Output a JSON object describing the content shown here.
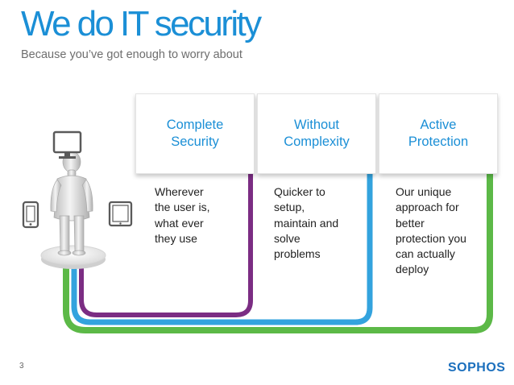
{
  "header": {
    "title": "We do IT security",
    "subtitle": "Because you’ve got enough to worry about"
  },
  "cards": [
    {
      "title_lines": [
        "Complete",
        "Security"
      ],
      "desc_lines": [
        "Wherever",
        "the user is,",
        "what ever",
        "they use"
      ],
      "line_color": "#7b2d83"
    },
    {
      "title_lines": [
        "Without",
        "Complexity"
      ],
      "desc_lines": [
        "Quicker to",
        "setup,",
        "maintain and",
        "solve",
        "problems"
      ],
      "line_color": "#33a3de"
    },
    {
      "title_lines": [
        "Active",
        "Protection"
      ],
      "desc_lines": [
        "Our unique",
        "approach for",
        "better",
        "protection you",
        "can actually",
        "deploy"
      ],
      "line_color": "#5cb947"
    }
  ],
  "colors": {
    "accent": "#1b8fd6",
    "brand": "#1b6fbd"
  },
  "icons": [
    "monitor-icon",
    "phone-icon",
    "tablet-icon",
    "user-figure-icon"
  ],
  "footer": {
    "page_number": "3",
    "logo": "SOPHOS"
  }
}
